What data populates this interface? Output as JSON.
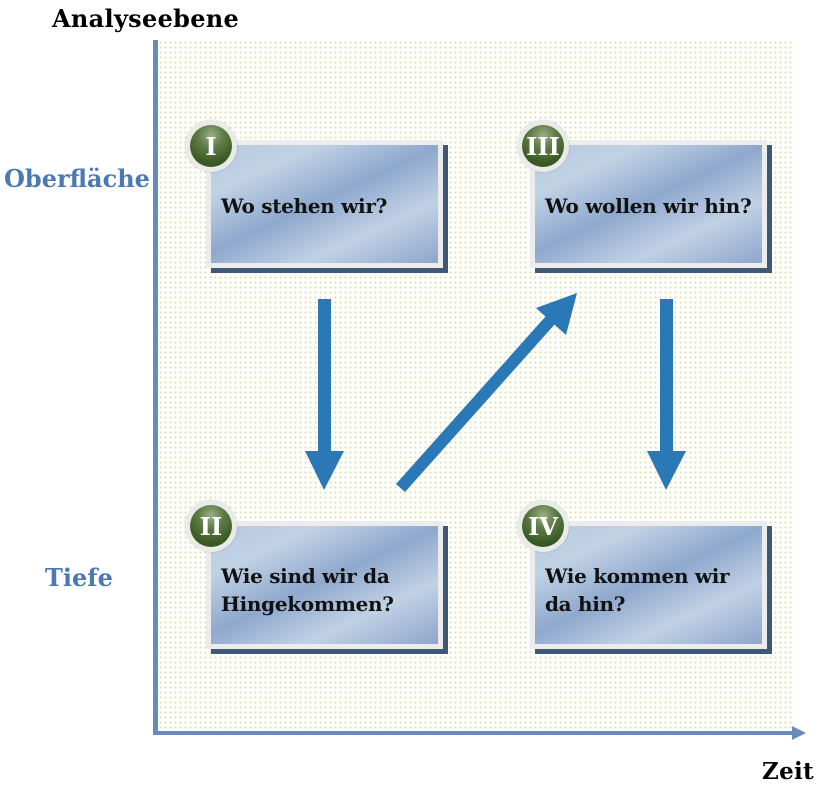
{
  "axes": {
    "y_title": "Analyseebene",
    "x_title": "Zeit",
    "levels": {
      "top": "Oberfläche",
      "bottom": "Tiefe"
    },
    "axis_color": "#6a8abb"
  },
  "steps": [
    {
      "numeral": "I",
      "question": "Wo stehen wir?"
    },
    {
      "numeral": "II",
      "question_line1": "Wie sind wir da",
      "question_line2": "Hingekommen?"
    },
    {
      "numeral": "III",
      "question": "Wo wollen wir hin?"
    },
    {
      "numeral": "IV",
      "question_line1": "Wie kommen wir",
      "question_line2": "da hin?"
    }
  ],
  "flow": [
    {
      "from": "I",
      "to": "II",
      "direction": "down"
    },
    {
      "from": "II",
      "to": "III",
      "direction": "up-right"
    },
    {
      "from": "III",
      "to": "IV",
      "direction": "down"
    }
  ],
  "colors": {
    "arrow": "#2a78b5",
    "label": "#4a7ab5",
    "badge": "#3c5c26"
  }
}
